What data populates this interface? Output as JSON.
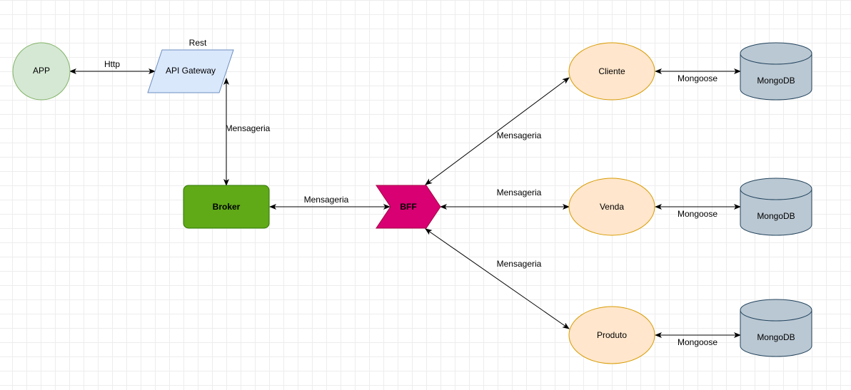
{
  "nodes": {
    "app": {
      "label": "APP",
      "fill": "#d5e8d4",
      "stroke": "#82b366"
    },
    "api_gateway": {
      "label": "API Gateway",
      "fill": "#dae8fc",
      "stroke": "#6c8ebf"
    },
    "broker": {
      "label": "Broker",
      "fill": "#60a917",
      "stroke": "#2d7600",
      "text_color": "#ffffff"
    },
    "bff": {
      "label": "BFF",
      "fill": "#d80073",
      "stroke": "#a50040",
      "text_color": "#ffffff"
    },
    "cliente": {
      "label": "Cliente",
      "fill": "#ffe6cc",
      "stroke": "#d79b00"
    },
    "venda": {
      "label": "Venda",
      "fill": "#ffe6cc",
      "stroke": "#d79b00"
    },
    "produto": {
      "label": "Produto",
      "fill": "#ffe6cc",
      "stroke": "#d79b00"
    },
    "db_cliente": {
      "label": "MongoDB",
      "fill": "#bac8d3",
      "stroke": "#23445d"
    },
    "db_venda": {
      "label": "MongoDB",
      "fill": "#bac8d3",
      "stroke": "#23445d"
    },
    "db_produto": {
      "label": "MongoDB",
      "fill": "#bac8d3",
      "stroke": "#23445d"
    }
  },
  "edges": {
    "app_gateway": "Http",
    "gateway_top": "Rest",
    "gateway_broker": "Mensageria",
    "broker_bff": "Mensageria",
    "bff_cliente": "Mensageria",
    "bff_venda": "Mensageria",
    "bff_produto": "Mensageria",
    "cliente_db": "Mongoose",
    "venda_db": "Mongoose",
    "produto_db": "Mongoose"
  }
}
